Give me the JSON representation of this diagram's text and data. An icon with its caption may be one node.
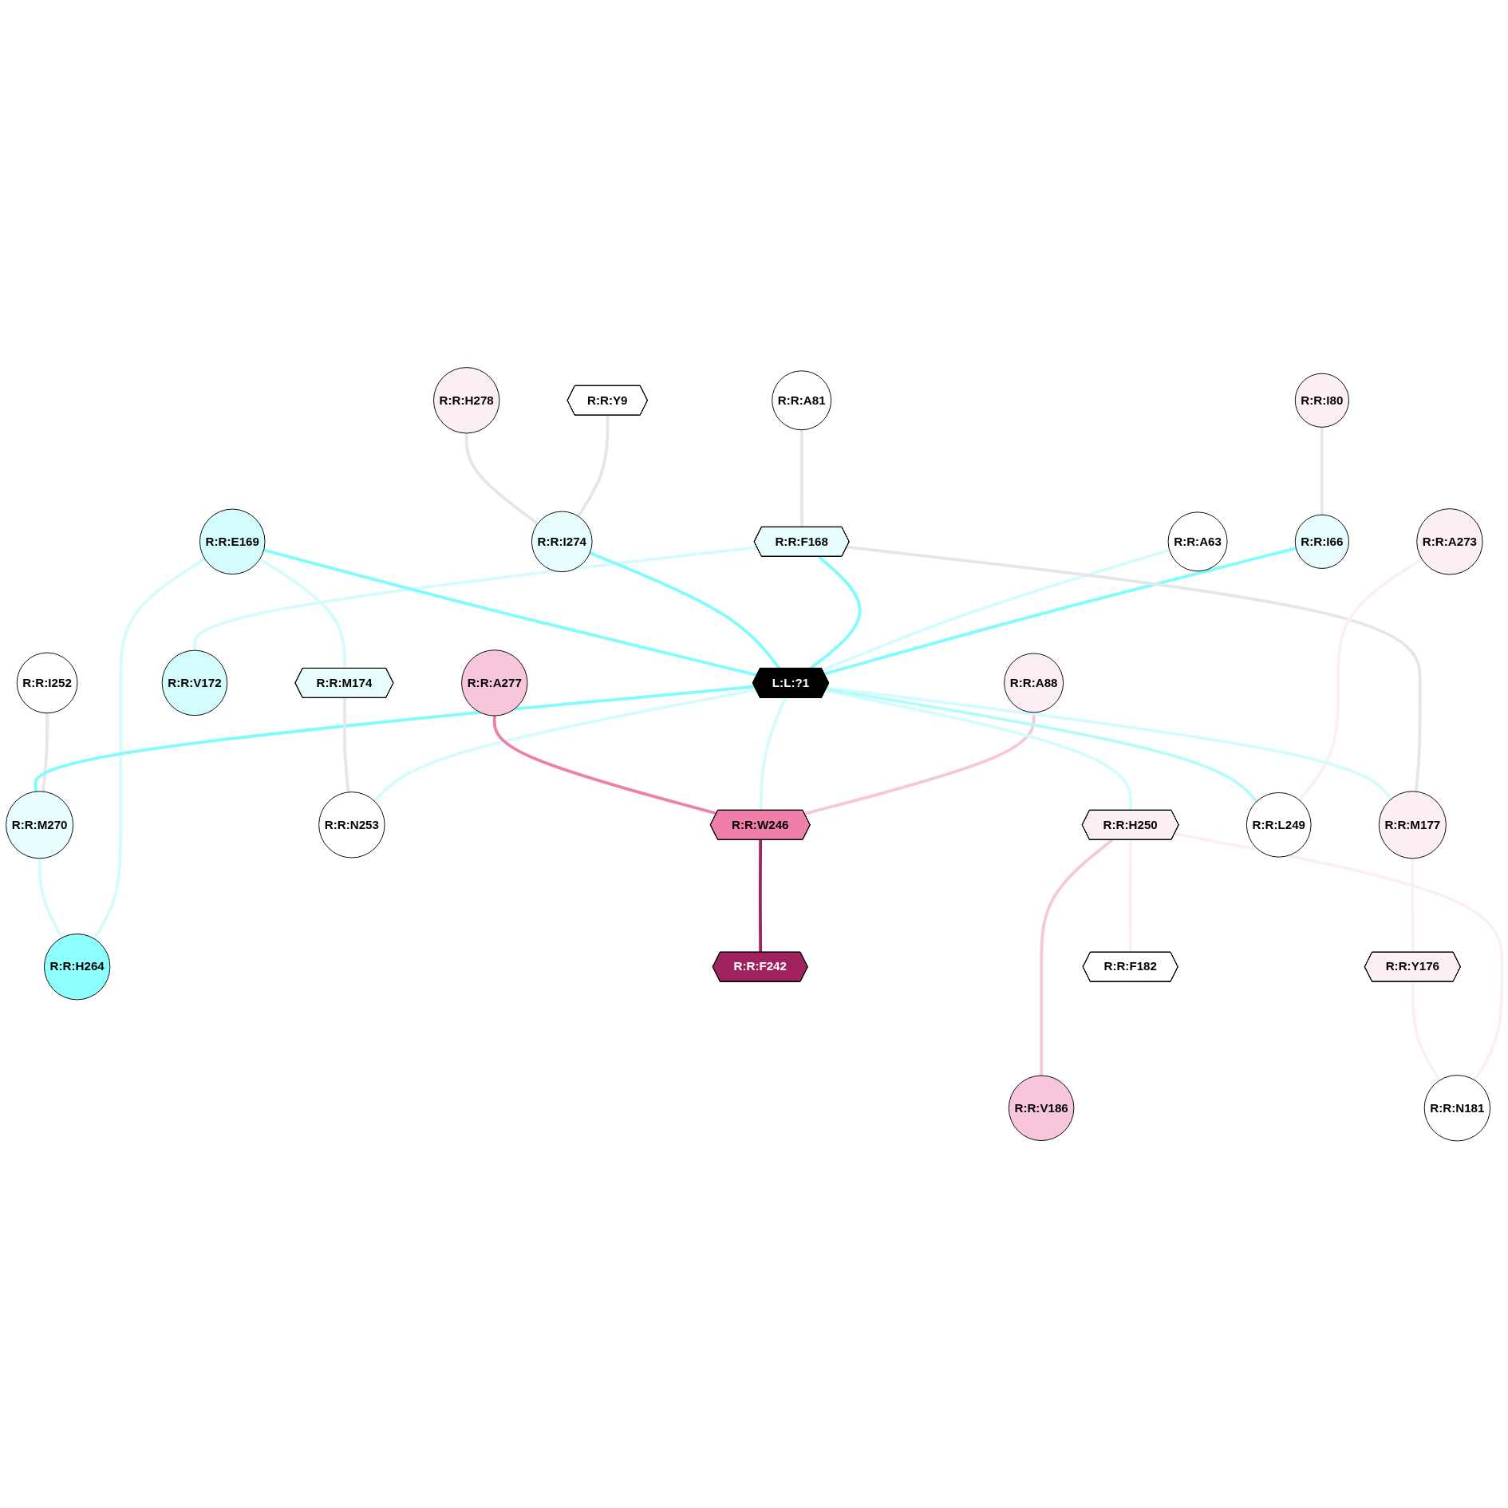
{
  "diagram": {
    "nodes": [
      {
        "text": [
          "R:R:Y9"
        ]
      },
      {
        "text": [
          "R:R:A81"
        ]
      },
      {
        "text": [
          "R:R:I80"
        ]
      },
      {
        "text": [
          "R:R:H278"
        ]
      },
      {
        "text": [
          "R:R:A88"
        ]
      },
      {
        "text": [
          "R:R:I66"
        ]
      },
      {
        "text": [
          "R:R:A63"
        ]
      },
      {
        "text": [
          "R:R:F168"
        ]
      },
      {
        "text": [
          "R:R:I252"
        ]
      },
      {
        "text": [
          "R:R:V172"
        ]
      },
      {
        "text": [
          "R:R:I274"
        ]
      },
      {
        "text": [
          "R:R:E169"
        ]
      },
      {
        "text": [
          "R:R:A273"
        ]
      },
      {
        "text": [
          "L:L:?1"
        ]
      },
      {
        "text": [
          "R:R:M174"
        ]
      },
      {
        "text": [
          "R:R:M270"
        ]
      },
      {
        "text": [
          "R:R:M177"
        ]
      },
      {
        "text": [
          "R:R:A277"
        ]
      },
      {
        "text": [
          "R:R:N253"
        ]
      },
      {
        "text": [
          "R:R:W246"
        ]
      },
      {
        "text": [
          "R:R:H264"
        ]
      },
      {
        "text": [
          "R:R:H250"
        ]
      },
      {
        "text": [
          "R:R:L249"
        ]
      },
      {
        "text": [
          "R:R:F242"
        ]
      },
      {
        "text": [
          "R:R:Y176"
        ]
      },
      {
        "text": [
          "R:R:V186"
        ]
      },
      {
        "text": [
          "R:R:N181"
        ]
      },
      {
        "text": [
          "R:R:F182"
        ]
      }
    ],
    "edges": [
      {
        "from": 0,
        "to": 10,
        "arrow": "none",
        "color": "#e6e6e6"
      },
      {
        "from": 1,
        "to": 7,
        "arrow": "none",
        "color": "#e6e6e6"
      },
      {
        "from": 2,
        "to": 5,
        "arrow": "none",
        "color": "#e6e6e6"
      },
      {
        "from": 3,
        "to": 10,
        "arrow": "none",
        "color": "#e6e6e6"
      },
      {
        "from": 4,
        "to": 19,
        "arrow": "none",
        "color": "#f7c6dc"
      },
      {
        "from": 5,
        "to": 13,
        "arrow": "none",
        "color": "#80fcfc"
      },
      {
        "from": 6,
        "to": 13,
        "arrow": "none",
        "color": "#d4fcfc"
      },
      {
        "from": 7,
        "to": 13,
        "arrow": "none",
        "color": "#80fcfc"
      },
      {
        "from": 7,
        "to": 9,
        "arrow": "none",
        "color": "#d4fcfc"
      },
      {
        "from": 7,
        "to": 16,
        "arrow": "none",
        "color": "#e6e6e6"
      },
      {
        "from": 8,
        "to": 15,
        "arrow": "none",
        "color": "#e6e6e6"
      },
      {
        "from": 10,
        "to": 13,
        "arrow": "none",
        "color": "#80fcfc"
      },
      {
        "from": 11,
        "to": 13,
        "arrow": "none",
        "color": "#80fcfc"
      },
      {
        "from": 11,
        "to": 14,
        "arrow": "none",
        "color": "#d4fcfc"
      },
      {
        "from": 11,
        "to": 20,
        "arrow": "none",
        "color": "#d4fcfc"
      },
      {
        "from": 12,
        "to": 22,
        "arrow": "none",
        "color": "#fbeef4"
      },
      {
        "from": 13,
        "to": 15,
        "arrow": "none",
        "color": "#80fcfc"
      },
      {
        "from": 13,
        "to": 16,
        "arrow": "none",
        "color": "#d4fcfc"
      },
      {
        "from": 13,
        "to": 18,
        "arrow": "none",
        "color": "#d4fcfc"
      },
      {
        "from": 13,
        "to": 19,
        "arrow": "none",
        "color": "#d4fcfc"
      },
      {
        "from": 13,
        "to": 21,
        "arrow": "none",
        "color": "#d4fcfc"
      },
      {
        "from": 13,
        "to": 22,
        "arrow": "none",
        "color": "#b5fbfb"
      },
      {
        "from": 14,
        "to": 18,
        "arrow": "none",
        "color": "#e6e6e6"
      },
      {
        "from": 15,
        "to": 20,
        "arrow": "none",
        "color": "#d4fcfc"
      },
      {
        "from": 16,
        "to": 24,
        "arrow": "none",
        "color": "#fbeef4"
      },
      {
        "from": 17,
        "to": 19,
        "arrow": "none",
        "color": "#f07eab"
      },
      {
        "from": 19,
        "to": 23,
        "arrow": "none",
        "color": "#a0235f"
      },
      {
        "from": 21,
        "to": 25,
        "arrow": "none",
        "color": "#f7c6dc"
      },
      {
        "from": 21,
        "to": 27,
        "arrow": "none",
        "color": "#fbeef4"
      },
      {
        "from": 21,
        "to": 26,
        "arrow": "none",
        "color": "#fbeef4"
      },
      {
        "from": 24,
        "to": 26,
        "arrow": "none",
        "color": "#fbeef4"
      }
    ]
  }
}
